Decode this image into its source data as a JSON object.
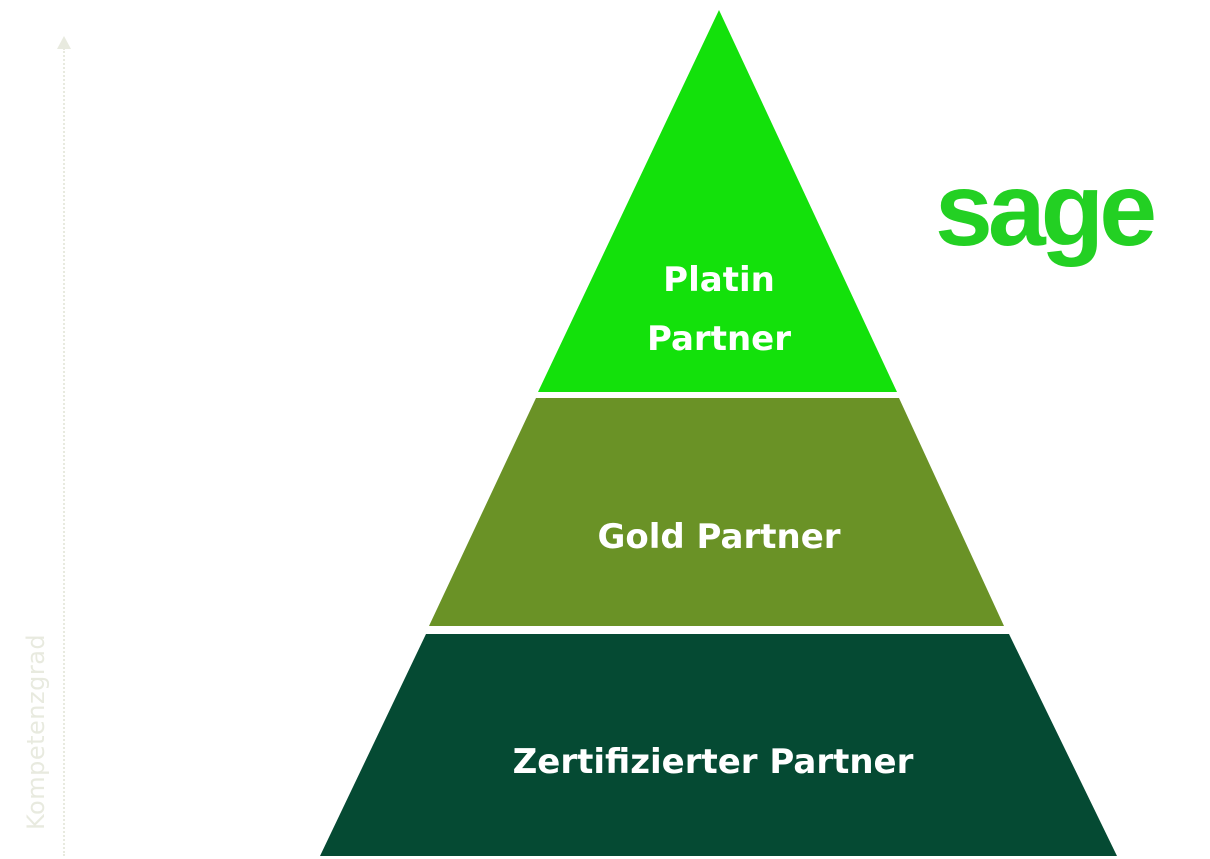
{
  "axis": {
    "label": "Kompetenzgrad",
    "color": "#e8eadf"
  },
  "pyramid": {
    "tiers": [
      {
        "name": "platin",
        "lines": [
          "Platin",
          "Partner"
        ],
        "color": "#13e10b"
      },
      {
        "name": "gold",
        "lines": [
          "Gold Partner"
        ],
        "color": "#6a9226"
      },
      {
        "name": "zertifiziert",
        "lines": [
          "Zertifizierter Partner"
        ],
        "color": "#054a33"
      }
    ]
  },
  "logo": {
    "text": "sage",
    "color": "#23d023"
  }
}
